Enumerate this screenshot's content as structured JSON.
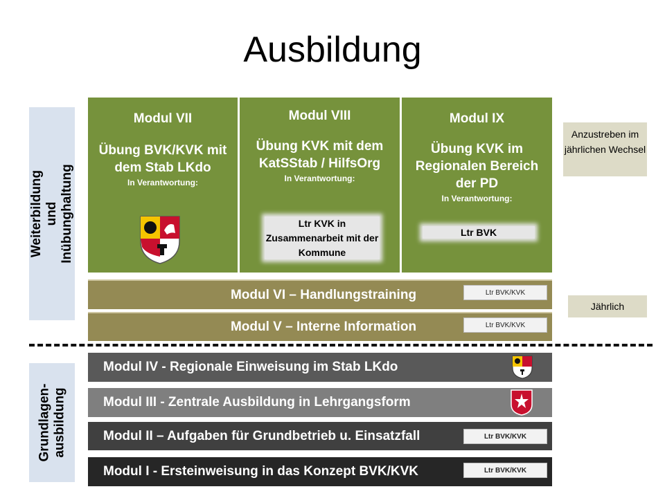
{
  "title": "Ausbildung",
  "side_labels": {
    "upper": "Weiterbildung und Inübunghaltung",
    "lower": "Grundlagen- ausbildung"
  },
  "green_modules": [
    {
      "name": "Modul VII",
      "uebung": "Übung BVK/KVK mit dem Stab LKdo",
      "verantwortung": "In Verantwortung:",
      "verantwortlich": ""
    },
    {
      "name": "Modul VIII",
      "uebung": "Übung KVK mit dem KatSStab / HilfsOrg",
      "verantwortung": "In Verantwortung:",
      "verantwortlich": "Ltr KVK in Zusammenarbeit mit der  Kommune"
    },
    {
      "name": "Modul IX",
      "uebung": "Übung KVK im Regionalen Bereich der PD",
      "verantwortung": "In Verantwortung:",
      "verantwortlich": "Ltr BVK"
    }
  ],
  "olive_modules": [
    {
      "label": "Modul VI  – Handlungstraining",
      "tag": "Ltr BVK/KVK"
    },
    {
      "label": "Modul V    – Interne Information",
      "tag": "Ltr BVK/KVK"
    }
  ],
  "notes": {
    "wechsel": "Anzustreben im jährlichen Wechsel",
    "jaehrlich": "Jährlich"
  },
  "basic_modules": [
    {
      "label": "Modul IV - Regionale Einweisung im Stab LKdo",
      "tag": "",
      "icon": "niedersachsen-coat-of-arms-icon",
      "color": "#595959"
    },
    {
      "label": "Modul III - Zentrale Ausbildung in Lehrgangsform",
      "tag": "",
      "icon": "emblem-icon",
      "color": "#7f7f7f"
    },
    {
      "label": "Modul II – Aufgaben für  Grundbetrieb u. Einsatzfall",
      "tag": "Ltr BVK/KVK",
      "icon": "",
      "color": "#404040"
    },
    {
      "label": "Modul I - Ersteinweisung in das Konzept BVK/KVK",
      "tag": "Ltr BVK/KVK",
      "icon": "",
      "color": "#262626"
    }
  ],
  "colors": {
    "green": "#76923c",
    "olive": "#948a54",
    "side": "#d9e2ee",
    "note": "#dddbc7"
  }
}
